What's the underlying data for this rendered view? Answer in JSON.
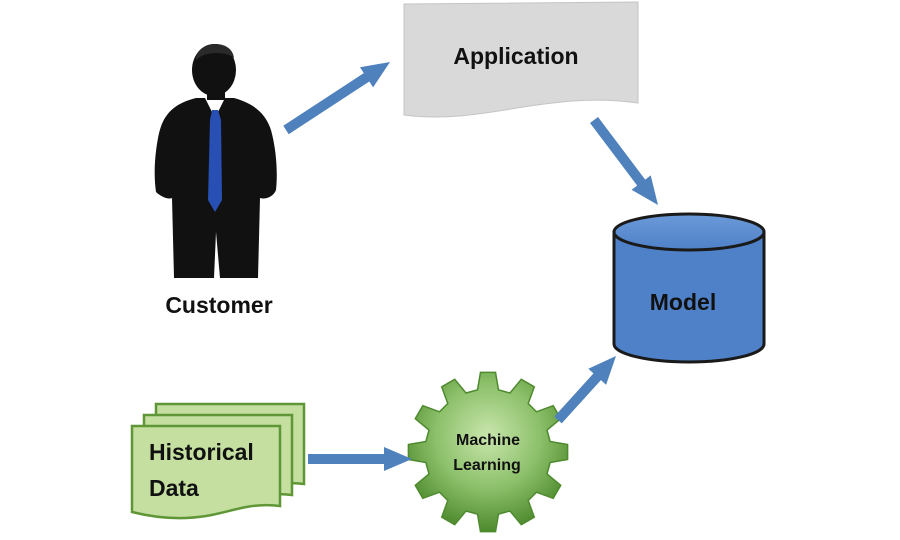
{
  "nodes": {
    "application": {
      "label": "Application"
    },
    "customer": {
      "label": "Customer"
    },
    "model": {
      "label": "Model"
    },
    "historical_data": {
      "line1": "Historical",
      "line2": "Data"
    },
    "machine_learning": {
      "line1": "Machine",
      "line2": "Learning"
    }
  },
  "colors": {
    "arrow": "#4f81bd",
    "model_fill": "#4f81c8",
    "model_stroke": "#1a1a1a",
    "document_fill": "#c4dfa0",
    "document_stroke": "#5f9636",
    "gear_light": "#a9d18e",
    "gear_dark": "#4e8a2e",
    "application_fill": "#d9d9d9",
    "suit": "#111111",
    "tie": "#2850b4"
  },
  "icons": {
    "customer": "businessman-silhouette-icon",
    "machine_learning": "gear-icon",
    "model": "cylinder-database-icon",
    "historical_data": "stacked-documents-icon",
    "application": "wavy-document-icon"
  }
}
